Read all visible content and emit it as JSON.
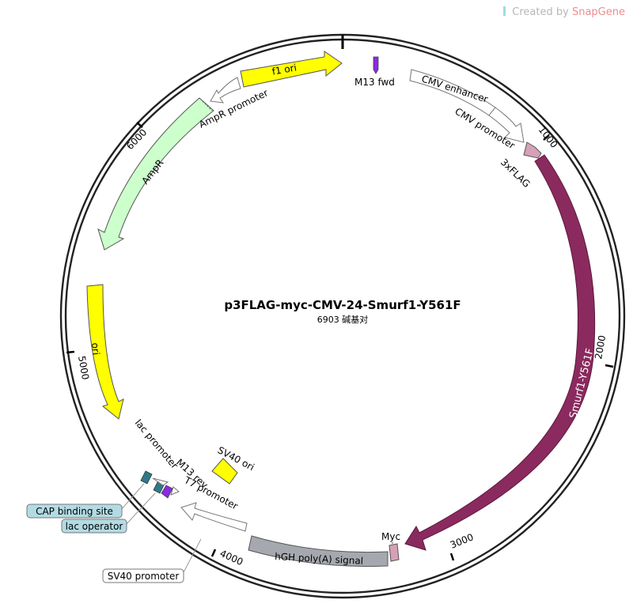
{
  "watermark": {
    "prefix": "Created by ",
    "brand": "SnapGene"
  },
  "plasmid": {
    "name": "p3FLAG-myc-CMV-24-Smurf1-Y561F",
    "length_label": "6903 碱基对"
  },
  "ticks": [
    "1000",
    "2000",
    "3000",
    "4000",
    "5000",
    "6000"
  ],
  "features": {
    "f1_ori": "f1 ori",
    "m13_fwd": "M13 fwd",
    "cmv_enhancer": "CMV enhancer",
    "cmv_promoter": "CMV promoter",
    "flag3x": "3xFLAG",
    "smurf1": "Smurf1-Y561F",
    "myc": "Myc",
    "hgh_polya": "hGH poly(A) signal",
    "sv40_promoter": "SV40 promoter",
    "t7_promoter": "T7 promoter",
    "m13_rev": "M13 rev",
    "lac_promoter": "lac promoter",
    "lac_operator": "lac operator",
    "cap_site": "CAP binding site",
    "sv40_ori": "SV40 ori",
    "ori": "ori",
    "ampr": "AmpR",
    "ampr_promoter": "AmpR promoter"
  },
  "colors": {
    "yellow": "#ffff00",
    "green": "#ccffcc",
    "maroon": "#8b2a5e",
    "pink": "#d6a0b6",
    "gray": "#a5a8ae",
    "purple": "#8a2be2",
    "teal": "#2f7a8a",
    "callout": "#b3dbe4"
  }
}
